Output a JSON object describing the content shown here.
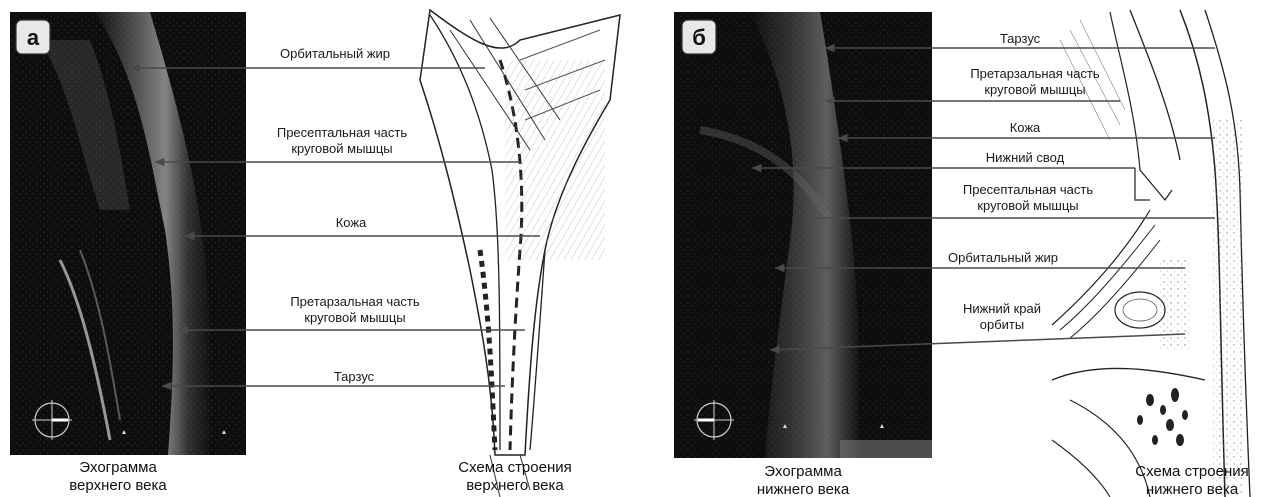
{
  "panels": {
    "a": {
      "letter": "а",
      "labels": [
        [
          "Орбитальный жир"
        ],
        [
          "Пресептальная часть",
          "круговой мышцы"
        ],
        [
          "Кожа"
        ],
        [
          "Претарзальная часть",
          "круговой мышцы"
        ],
        [
          "Тарзус"
        ]
      ],
      "caption_left": [
        "Эхограмма",
        "верхнего века"
      ],
      "caption_right": [
        "Схема строения",
        "верхнего века"
      ]
    },
    "b": {
      "letter": "б",
      "labels": [
        [
          "Тарзус"
        ],
        [
          "Претарзальная часть",
          "круговой мышцы"
        ],
        [
          "Кожа"
        ],
        [
          "Нижний свод"
        ],
        [
          "Пресептальная часть",
          "круговой мышцы"
        ],
        [
          "Орбитальный жир"
        ],
        [
          "Нижний край",
          "орбиты"
        ]
      ],
      "caption_left": [
        "Эхограмма",
        "нижнего века"
      ],
      "caption_right": [
        "Схема строения",
        "нижнего века"
      ]
    }
  },
  "colors": {
    "echo_bg": "#0d0d0d",
    "arrow": "#555555",
    "badge_bg": "#e8e8e8",
    "badge_border": "#333333"
  }
}
